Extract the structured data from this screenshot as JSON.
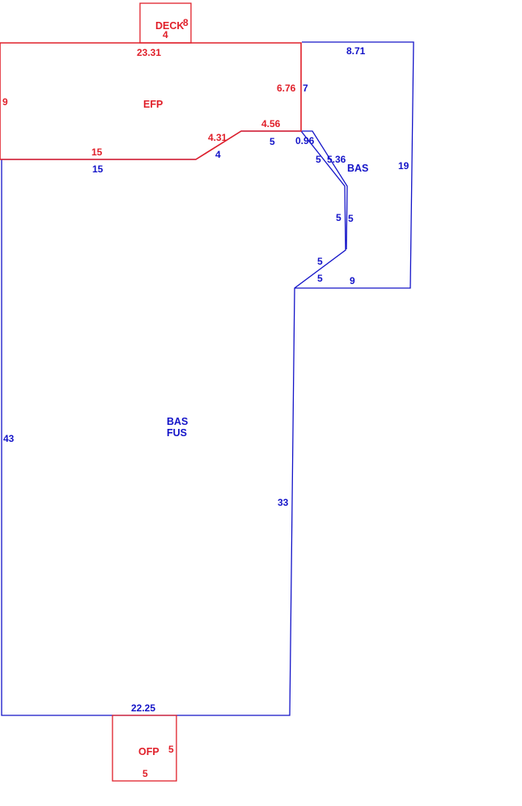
{
  "colors": {
    "blue": "#1414c8",
    "red": "#e0202a"
  },
  "areas": {
    "deck": "DECK",
    "efp": "EFP",
    "bas_right": "BAS",
    "bas_main": "BAS",
    "fus_main": "FUS",
    "ofp": "OFP"
  },
  "dimensions": {
    "deck_width": "4",
    "deck_height": "8",
    "efp_top": "23.31",
    "efp_left": "9",
    "efp_right": "6.76",
    "efp_step_top": "4.56",
    "efp_diag": "4.31",
    "efp_bottom": "15",
    "bas_top": "8.71",
    "bas_left_top": "7",
    "bas_right": "19",
    "bas_tiny": "0.96",
    "bas_diag": "5.36",
    "bas_step": "5",
    "bas_diag_left": "5",
    "bas_mid_left": "5",
    "bas_mid_right": "5",
    "bas_low_a": "5",
    "bas_low_b": "5",
    "bas_bottom": "9",
    "fus_top_left": "15",
    "fus_diag": "4",
    "fus_left": "43",
    "fus_right": "33",
    "fus_bottom": "22.25",
    "ofp_right": "5",
    "ofp_bottom": "5"
  }
}
